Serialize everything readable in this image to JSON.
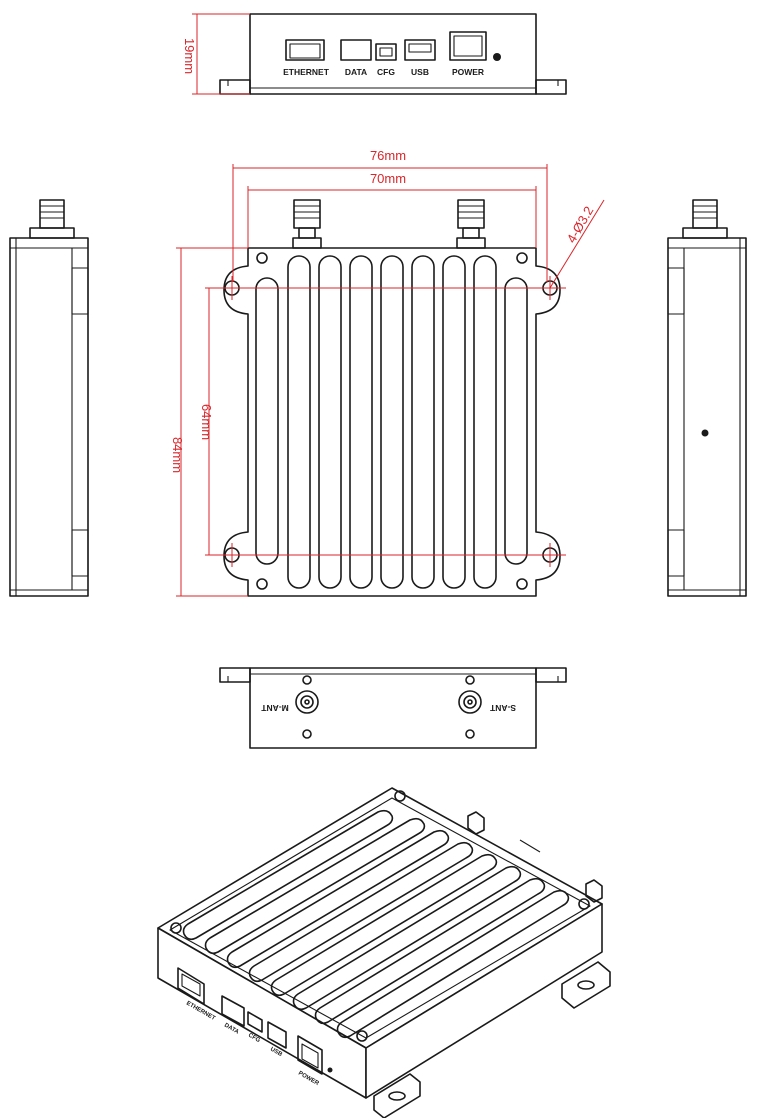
{
  "dimensions": {
    "height": "19mm",
    "width_outer": "76mm",
    "width_holes": "70mm",
    "length_outer": "84mm",
    "length_holes": "64mm",
    "holes": "4-Ø3.2"
  },
  "front_ports": [
    "ETHERNET",
    "DATA",
    "CFG",
    "USB",
    "POWER"
  ],
  "antenna_labels": {
    "main": "M-ANT",
    "secondary": "S-ANT"
  },
  "colors": {
    "dimension": "#d9262b",
    "line": "#1a1a1a",
    "background": "#ffffff"
  }
}
